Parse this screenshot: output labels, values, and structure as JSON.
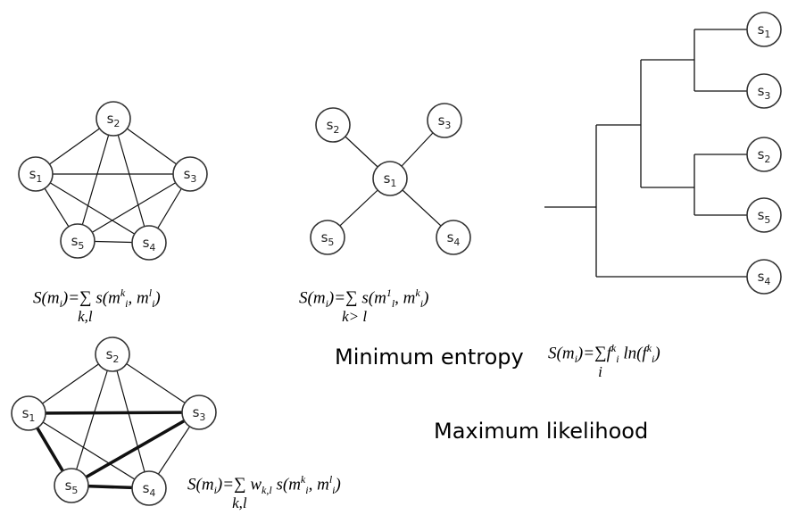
{
  "nodes": {
    "s1": {
      "base": "s",
      "sub": "1"
    },
    "s2": {
      "base": "s",
      "sub": "2"
    },
    "s3": {
      "base": "s",
      "sub": "3"
    },
    "s4": {
      "base": "s",
      "sub": "4"
    },
    "s5": {
      "base": "s",
      "sub": "5"
    }
  },
  "formulas": {
    "pairwise": {
      "lhs": "S(m",
      "lhs_sub": "i",
      "lhs_close": ")=",
      "sigma": "∑",
      "under": "k,l",
      "body": "s(m",
      "sup1": "k",
      "sub1": "i",
      "mid": ", m",
      "sup2": "l",
      "sub2": "i",
      "close": ")"
    },
    "star": {
      "lhs": "S(m",
      "lhs_sub": "i",
      "lhs_close": ")=",
      "sigma": "∑",
      "under": "k> l",
      "body": "s(m",
      "sup1": "1",
      "sub1": "l",
      "mid": ", m",
      "sup2": "k",
      "sub2": "i",
      "close": ")"
    },
    "entropy": {
      "lhs": "S(m",
      "lhs_sub": "i",
      "lhs_close": ")=",
      "sigma": "∑",
      "under": "i",
      "body": "f",
      "sup1": "k",
      "sub1": "i",
      "mid": " ln(f",
      "sup2": "k",
      "sub2": "i",
      "close": ")"
    },
    "weighted": {
      "lhs": "S(m",
      "lhs_sub": "i",
      "lhs_close": ")=",
      "sigma": "∑",
      "under": "k,l",
      "weight": "w",
      "weight_sub": "k,l",
      "body": " s(m",
      "sup1": "k",
      "sub1": "i",
      "mid": ", m",
      "sup2": "l",
      "sub2": "i",
      "close": ")"
    }
  },
  "captions": {
    "minimum_entropy": "Minimum entropy",
    "maximum_likelihood": "Maximum likelihood"
  }
}
